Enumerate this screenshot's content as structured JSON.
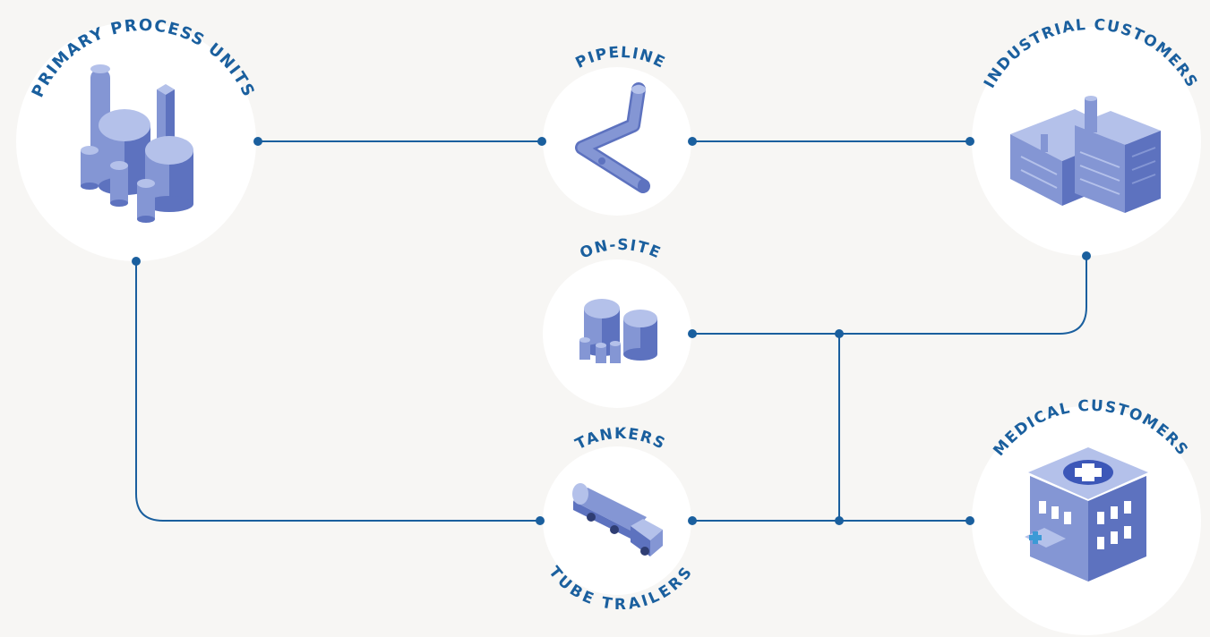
{
  "colors": {
    "background": "#f7f6f4",
    "node_fill": "#ffffff",
    "line": "#1a5f9e",
    "label": "#1a5f9e",
    "icon_dark": "#5d72bf",
    "icon_mid": "#8496d4",
    "icon_light": "#b4c1ea"
  },
  "nodes": {
    "primary": {
      "label": "PRIMARY PROCESS UNITS",
      "icon": "storage-tanks-icon"
    },
    "pipeline": {
      "label": "PIPELINE",
      "icon": "pipeline-icon"
    },
    "industrial": {
      "label": "INDUSTRIAL CUSTOMERS",
      "icon": "factory-icon"
    },
    "onsite": {
      "label": "ON-SITE",
      "icon": "onsite-tanks-icon"
    },
    "tankers": {
      "label": "TANKERS",
      "label_bottom": "TUBE TRAILERS",
      "icon": "tanker-truck-icon"
    },
    "medical": {
      "label": "MEDICAL CUSTOMERS",
      "icon": "hospital-icon"
    }
  },
  "connections": [
    {
      "from": "primary",
      "to": "pipeline"
    },
    {
      "from": "pipeline",
      "to": "industrial"
    },
    {
      "from": "primary",
      "to": "tankers"
    },
    {
      "from": "onsite",
      "to": "industrial"
    },
    {
      "from": "tankers",
      "to": "medical"
    },
    {
      "from": "onsite",
      "to": "medical"
    }
  ]
}
